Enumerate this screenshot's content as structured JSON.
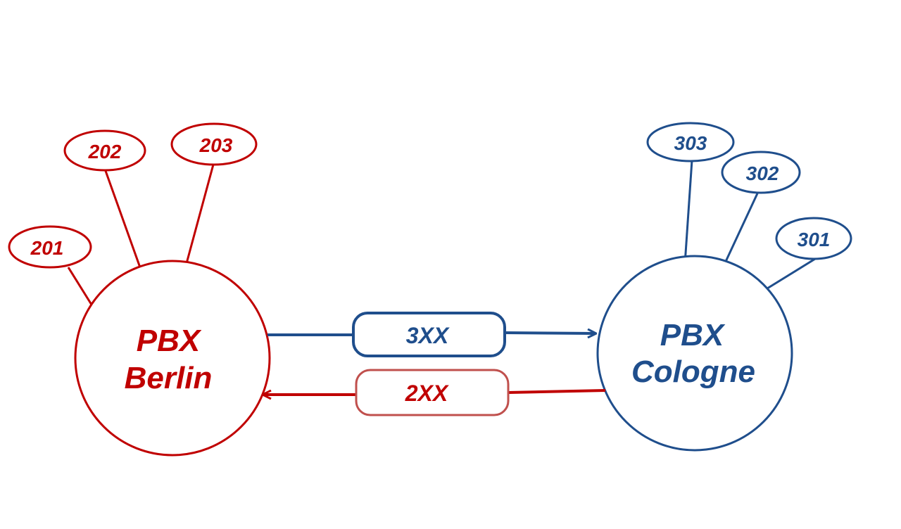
{
  "colors": {
    "berlin": "#c00000",
    "cologne": "#1f4e8c",
    "background": "#ffffff"
  },
  "berlin": {
    "title_line1": "PBX",
    "title_line2": "Berlin",
    "extensions": [
      "201",
      "202",
      "203"
    ]
  },
  "cologne": {
    "title_line1": "PBX",
    "title_line2": "Cologne",
    "extensions": [
      "303",
      "302",
      "301"
    ]
  },
  "routes": {
    "to_cologne": "3XX",
    "to_berlin": "2XX"
  }
}
